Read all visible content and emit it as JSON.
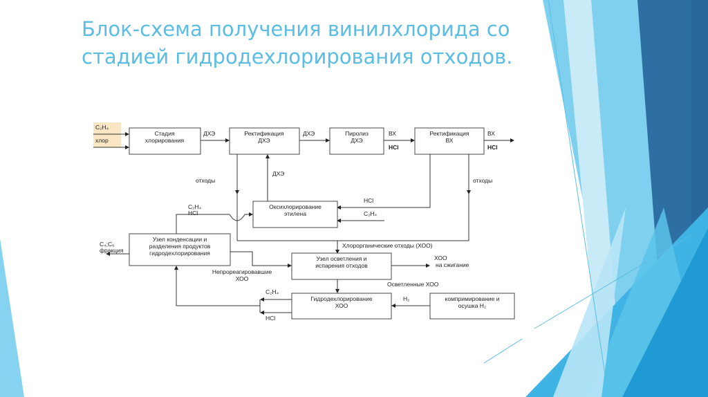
{
  "slide": {
    "title_line1": "Блок-схема получения винилхлорида со",
    "title_line2": "стадией гидродехлорирования отходов.",
    "colors": {
      "title": "#5bbde4",
      "accent_light": "#7fd0ef",
      "accent_mid": "#3fb3e3",
      "accent_dark": "#2e6fa3"
    }
  },
  "diagram": {
    "inputs": {
      "ethylene": "C₂H₄",
      "chlorine": "хлор"
    },
    "blocks": {
      "chlorination": [
        "Стадия",
        "хлорирования"
      ],
      "rect_dce": [
        "Ректификация",
        "ДХЭ"
      ],
      "pyrolysis": [
        "Пиролиз",
        "ДХЭ"
      ],
      "rect_vc": [
        "Ректификация",
        "ВХ"
      ],
      "oxychlorination": [
        "Оксихлорирование",
        "этилена"
      ],
      "condensation": [
        "Узел конденсации и",
        "разделения продуктов",
        "гидродехлорирования"
      ],
      "clarification": [
        "Узел осветления и",
        "испарения отходов"
      ],
      "hydrodechlorination": [
        "Гидродехлорирование",
        "ХОО"
      ],
      "compression": [
        "компримирование и",
        "осушка H₂"
      ]
    },
    "labels": {
      "dce_1": "ДХЭ",
      "dce_2": "ДХЭ",
      "dce_recycle": "ДХЭ",
      "vc_1": "ВХ",
      "hcl_1": "HCl",
      "vc_out": "ВХ",
      "hcl_out": "HCl",
      "waste_left": "отходы",
      "waste_right": "отходы",
      "hcl_oxy": "HCl",
      "c2h4_oxy": "C₂H₄",
      "c2h4_recycle": "C₂H₄",
      "hcl_recycle": "HCl",
      "c4c6_1": "C₄;C₆",
      "c4c6_2": "фракция",
      "chlororganic_waste": "Хлорорганические отходы (ХОО)",
      "unreacted_1": "Непрореагировавшие",
      "unreacted_2": "ХОО",
      "xoo_burn_1": "ХОО",
      "xoo_burn_2": "на сжигание",
      "clarified": "Осветленные ХОО",
      "h2": "H₂",
      "c2h4_hdc": "C₂H₄",
      "hcl_hdc": "HCl"
    }
  }
}
